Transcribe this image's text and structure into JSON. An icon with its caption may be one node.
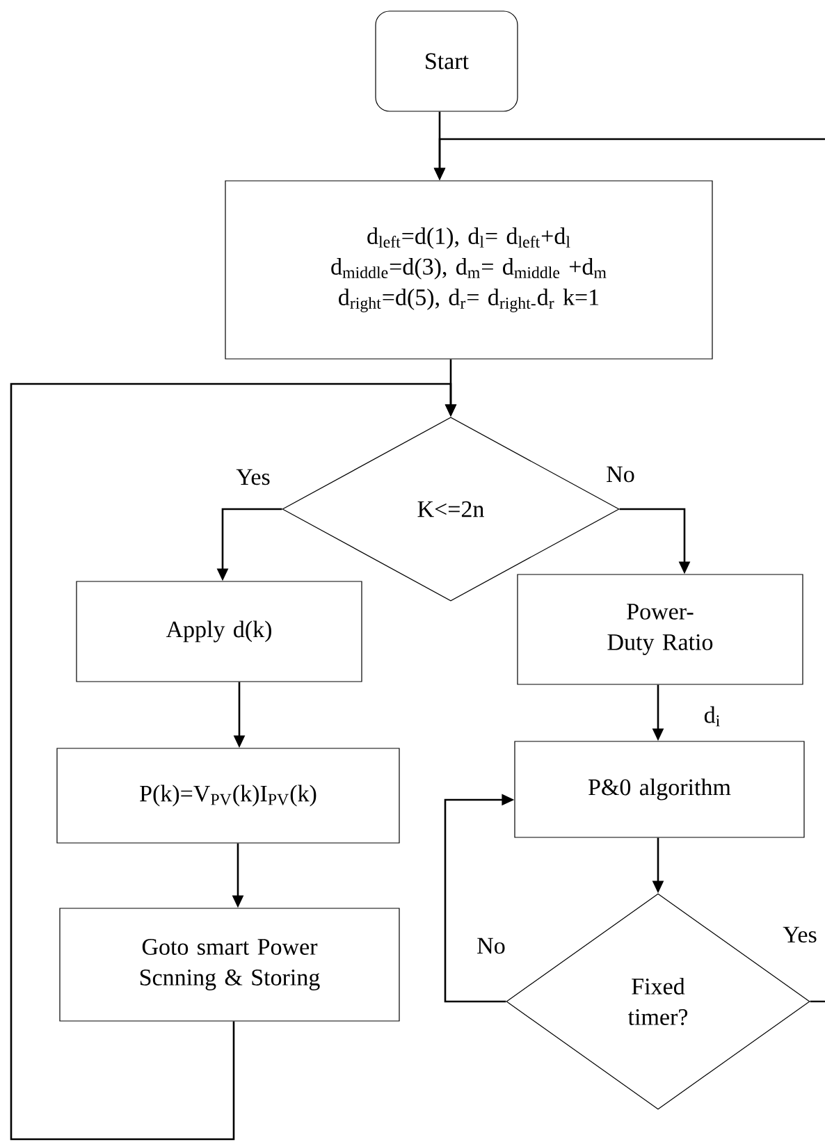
{
  "diagram": {
    "nodes": [
      {
        "text": [
          "Start"
        ]
      },
      {
        "text": [
          "d$_{left}$=d(1), d$_{l}$= d$_{left}$+d$_{l}$",
          "d$_{middle}$=d(3), d$_{m}$= d$_{middle}$ +d$_{m}$",
          "d$_{right}$=d(5), d$_{r}$= d$_{right-}$d$_{r}$  k=1"
        ]
      },
      {
        "text": [
          "K<=2n"
        ]
      },
      {
        "text": [
          "Apply d(k)"
        ]
      },
      {
        "text": [
          "P(k)=V$_{PV}$(k)I$_{PV}$(k)"
        ]
      },
      {
        "text": [
          "Goto smart Power Scnning & Storing"
        ]
      },
      {
        "text": [
          "Power-Duty Ratio"
        ]
      },
      {
        "text": [
          "P&0 algorithm"
        ]
      },
      {
        "text": [
          "Fixed timer?"
        ]
      }
    ],
    "edges": [
      {
        "from": 0,
        "to": 1,
        "arrow": "to"
      },
      {
        "from": null,
        "to": 1,
        "arrow": "to"
      },
      {
        "from": 1,
        "to": 2,
        "arrow": "to"
      },
      {
        "from": 5,
        "to": 2,
        "arrow": "to"
      },
      {
        "from": 2,
        "to": 3,
        "arrow": "to",
        "label": "Yes"
      },
      {
        "from": 2,
        "to": 6,
        "arrow": "to",
        "label": "No"
      },
      {
        "from": 3,
        "to": 4,
        "arrow": "to"
      },
      {
        "from": 4,
        "to": 5,
        "arrow": "to"
      },
      {
        "from": 6,
        "to": 7,
        "arrow": "to",
        "label": "d$_{i}$"
      },
      {
        "from": 7,
        "to": 8,
        "arrow": "to"
      },
      {
        "from": 8,
        "to": 7,
        "arrow": "to",
        "label": "No"
      },
      {
        "from": 8,
        "to": null,
        "arrow": "none",
        "label": "Yes"
      }
    ]
  }
}
